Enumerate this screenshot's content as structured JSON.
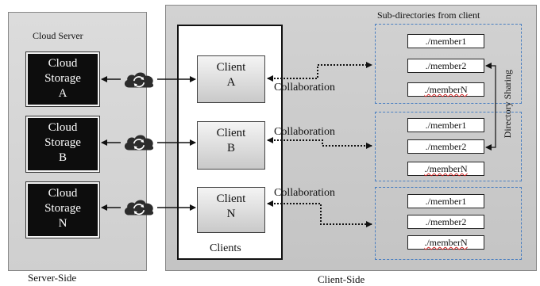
{
  "server_side": {
    "header": "Cloud Server",
    "caption": "Server-Side",
    "storages": [
      {
        "line1": "Cloud",
        "line2": "Storage",
        "line3": "A"
      },
      {
        "line1": "Cloud",
        "line2": "Storage",
        "line3": "B"
      },
      {
        "line1": "Cloud",
        "line2": "Storage",
        "line3": "N"
      }
    ]
  },
  "client_side": {
    "caption": "Client-Side",
    "clients_label": "Clients",
    "subdir_title": "Sub-directories from client",
    "sharing_label": "Directory Sharing",
    "clients": [
      {
        "line1": "Client",
        "line2": "A"
      },
      {
        "line1": "Client",
        "line2": "B"
      },
      {
        "line1": "Client",
        "line2": "N"
      }
    ],
    "collaboration": [
      "Collaboration",
      "Collaboration",
      "Collaboration"
    ],
    "groups": [
      {
        "members": [
          "./member1",
          "./member2",
          "./memberN"
        ]
      },
      {
        "members": [
          "./member1",
          "./member2",
          "./memberN"
        ]
      },
      {
        "members": [
          "./member1",
          "./member2",
          "./memberN"
        ]
      }
    ]
  },
  "icons": {
    "cloud": "cloud-sync-icon"
  }
}
